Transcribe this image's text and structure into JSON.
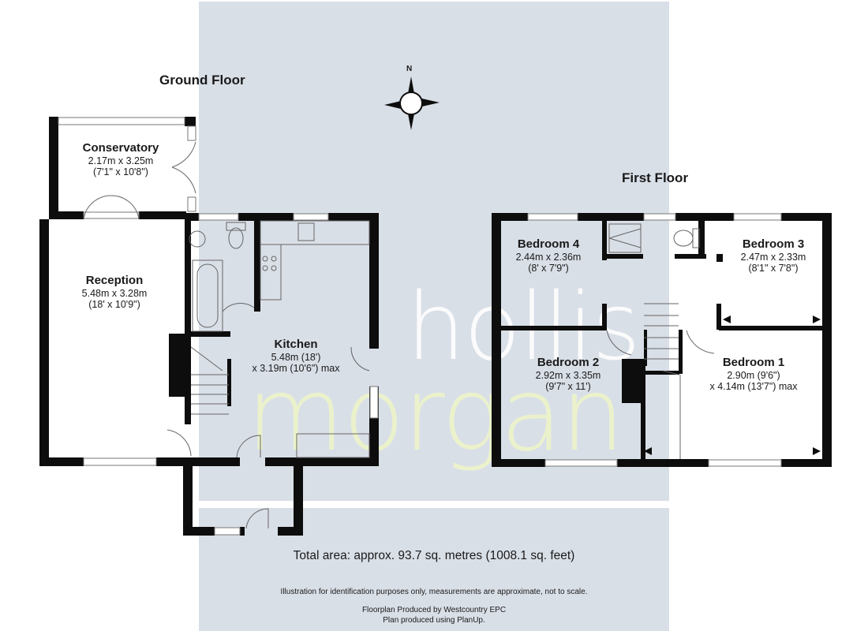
{
  "floors": [
    {
      "title": "Ground Floor",
      "rooms": [
        {
          "name": "Conservatory",
          "metric": "2.17m x 3.25m",
          "imperial": "(7'1\" x 10'8\")"
        },
        {
          "name": "Reception",
          "metric": "5.48m x 3.28m",
          "imperial": "(18' x 10'9\")"
        },
        {
          "name": "Kitchen",
          "metric": "5.48m (18')",
          "imperial": "x 3.19m (10'6\") max"
        }
      ]
    },
    {
      "title": "First Floor",
      "rooms": [
        {
          "name": "Bedroom 4",
          "metric": "2.44m x 2.36m",
          "imperial": "(8' x 7'9\")"
        },
        {
          "name": "Bedroom 3",
          "metric": "2.47m x 2.33m",
          "imperial": "(8'1\" x 7'8\")"
        },
        {
          "name": "Bedroom 2",
          "metric": "2.92m x 3.35m",
          "imperial": "(9'7\" x 11')"
        },
        {
          "name": "Bedroom 1",
          "metric": "2.90m (9'6\")",
          "imperial": "x 4.14m (13'7\") max"
        }
      ]
    }
  ],
  "compass": {
    "label": "N",
    "icon": "compass-rose-icon"
  },
  "watermark": {
    "line1": "hollis",
    "line2": "morgan",
    "color1": "#ffffff",
    "color2": "#eef5c8"
  },
  "footer": {
    "total_area": "Total area: approx. 93.7 sq. metres (1008.1 sq. feet)",
    "disclaimer": "Illustration for identification purposes only, measurements are approximate, not to scale.",
    "producer": "Floorplan Produced by Westcountry EPC",
    "software": "Plan produced using PlanUp."
  },
  "colors": {
    "wall": "#0d0d0d",
    "overlay": "#d9dfe7",
    "background": "#ffffff"
  }
}
